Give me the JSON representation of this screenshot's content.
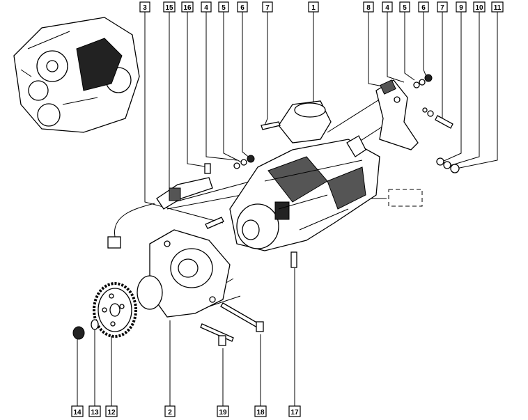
{
  "diagram": {
    "top_labels": [
      "3",
      "15",
      "16",
      "4",
      "5",
      "6",
      "7",
      "1",
      "8",
      "4",
      "5",
      "6",
      "7",
      "9",
      "10",
      "11"
    ],
    "bottom_labels": [
      "14",
      "13",
      "12",
      "2",
      "19",
      "18",
      "17"
    ]
  }
}
